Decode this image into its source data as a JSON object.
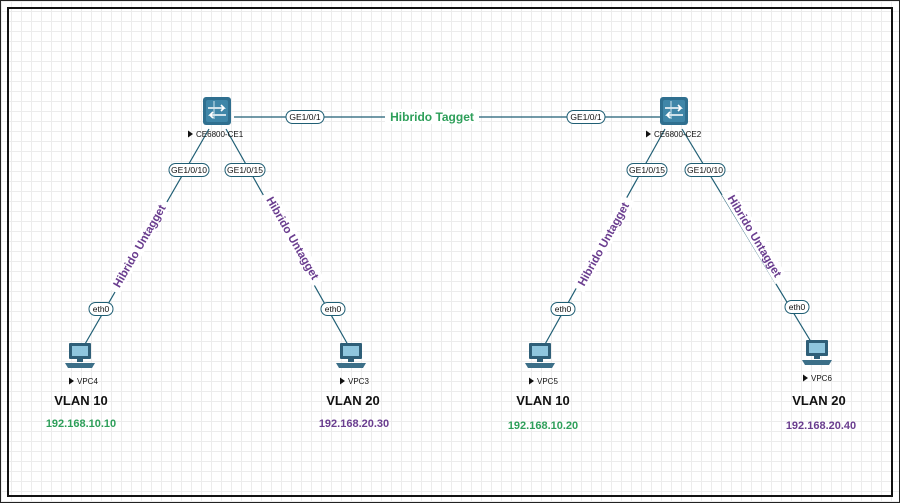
{
  "colors": {
    "green": "#2e9f5a",
    "purple": "#6a3d8f",
    "line": "#1f5e74"
  },
  "switches": {
    "ce1": {
      "name": "CE6800-CE1",
      "icon": "switch-icon"
    },
    "ce2": {
      "name": "CE6800-CE2",
      "icon": "switch-icon"
    }
  },
  "pcs": {
    "vpc4": {
      "name": "VPC4",
      "icon": "computer-icon",
      "vlan": "VLAN 10",
      "ip": "192.168.10.10"
    },
    "vpc3": {
      "name": "VPC3",
      "icon": "computer-icon",
      "vlan": "VLAN 20",
      "ip": "192.168.20.30"
    },
    "vpc5": {
      "name": "VPC5",
      "icon": "computer-icon",
      "vlan": "VLAN 10",
      "ip": "192.168.10.20"
    },
    "vpc6": {
      "name": "VPC6",
      "icon": "computer-icon",
      "vlan": "VLAN 20",
      "ip": "192.168.20.40"
    }
  },
  "ports": {
    "ce1_trunk": "GE1/0/1",
    "ce2_trunk": "GE1/0/1",
    "ce1_to_vpc4": "GE1/0/10",
    "ce1_to_vpc3": "GE1/0/15",
    "ce2_to_vpc5": "GE1/0/15",
    "ce2_to_vpc6": "GE1/0/10",
    "vpc4_eth": "eth0",
    "vpc3_eth": "eth0",
    "vpc5_eth": "eth0",
    "vpc6_eth": "eth0"
  },
  "links": {
    "trunk": "Hibrido Tagget",
    "ce1_vpc4": "Hibrido Untagget",
    "ce1_vpc3": "Hibrido Untagget",
    "ce2_vpc5": "Hibrido Untagget",
    "ce2_vpc6": "Hibrido Untagget"
  }
}
